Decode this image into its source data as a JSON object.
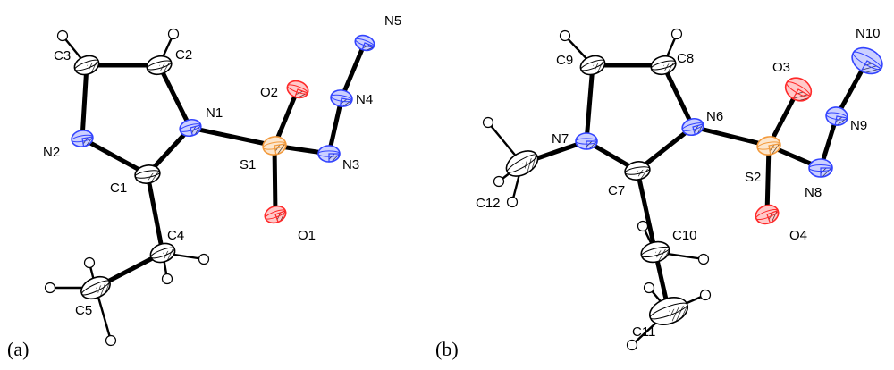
{
  "figure": {
    "panel_a_label": "(a)",
    "panel_b_label": "(b)",
    "colors": {
      "carbon": "#d9d9d9",
      "nitrogen": "#3344ff",
      "oxygen": "#ff2a2a",
      "sulfur": "#f39a3c",
      "hydrogen": "#ffffff",
      "bond": "#000000"
    },
    "molecule_a": {
      "atoms": [
        {
          "label": "C3",
          "element": "C"
        },
        {
          "label": "C2",
          "element": "C"
        },
        {
          "label": "N1",
          "element": "N"
        },
        {
          "label": "N2",
          "element": "N"
        },
        {
          "label": "C1",
          "element": "C"
        },
        {
          "label": "C4",
          "element": "C"
        },
        {
          "label": "C5",
          "element": "C"
        },
        {
          "label": "S1",
          "element": "S"
        },
        {
          "label": "O2",
          "element": "O"
        },
        {
          "label": "O1",
          "element": "O"
        },
        {
          "label": "N3",
          "element": "N"
        },
        {
          "label": "N4",
          "element": "N"
        },
        {
          "label": "N5",
          "element": "N"
        }
      ]
    },
    "molecule_b": {
      "atoms": [
        {
          "label": "C9",
          "element": "C"
        },
        {
          "label": "C8",
          "element": "C"
        },
        {
          "label": "N7",
          "element": "N"
        },
        {
          "label": "N6",
          "element": "N"
        },
        {
          "label": "C12",
          "element": "C"
        },
        {
          "label": "C7",
          "element": "C"
        },
        {
          "label": "C10",
          "element": "C"
        },
        {
          "label": "C11",
          "element": "C"
        },
        {
          "label": "S2",
          "element": "S"
        },
        {
          "label": "O3",
          "element": "O"
        },
        {
          "label": "O4",
          "element": "O"
        },
        {
          "label": "N8",
          "element": "N"
        },
        {
          "label": "N9",
          "element": "N"
        },
        {
          "label": "N10",
          "element": "N"
        }
      ]
    }
  }
}
